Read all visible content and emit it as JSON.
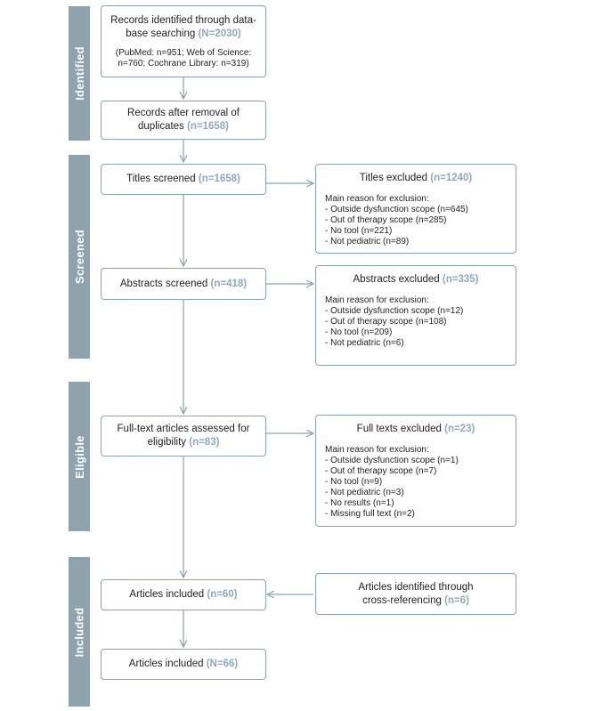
{
  "phases": {
    "identified": "Identified",
    "screened": "Screened",
    "eligible": "Eligible",
    "included": "Included"
  },
  "records_identified": {
    "line1": "Records identified through data-",
    "line2_text": "base searching ",
    "count": "(N=2030)",
    "sub1": "(PubMed: n=951; Web of Science:",
    "sub2": "n=760; Cochrane Library: n=319)"
  },
  "after_duplicates": {
    "line1": "Records after removal of",
    "line2_text": "duplicates ",
    "count": "(n=1658)"
  },
  "titles_screened": {
    "label": "Titles screened ",
    "count": "(n=1658)"
  },
  "titles_excluded": {
    "label": "Titles excluded ",
    "count": "(n=1240)",
    "reasons_header": "Main reason for exclusion:",
    "reasons": [
      "- Outside dysfunction scope (n=645)",
      "- Out of therapy scope (n=285)",
      "- No tool (n=221)",
      "- Not pediatric (n=89)"
    ]
  },
  "abstracts_screened": {
    "label": "Abstracts screened ",
    "count": "(n=418)"
  },
  "abstracts_excluded": {
    "label": "Abstracts excluded ",
    "count": "(n=335)",
    "reasons_header": "Main reason for exclusion:",
    "reasons": [
      "- Outside dysfunction scope (n=12)",
      "- Out of therapy scope (n=108)",
      "- No tool (n=209)",
      "- Not pediatric (n=6)"
    ]
  },
  "fulltext_assessed": {
    "line1": "Full-text articles assessed for",
    "line2_text": "eligibility ",
    "count": "(n=83)"
  },
  "fulltext_excluded": {
    "label": "Full texts excluded ",
    "count": "(n=23)",
    "reasons_header": "Main reason for exclusion:",
    "reasons": [
      "- Outside dysfunction scope (n=1)",
      "- Out of therapy scope (n=7)",
      "- No tool (n=9)",
      "- Not pediatric (n=3)",
      "- No results (n=1)",
      "- Missing full text (n=2)"
    ]
  },
  "articles_included_1": {
    "label": "Articles included ",
    "count": "(n=60)"
  },
  "cross_referencing": {
    "line1": "Articles identified through",
    "line2_text": "cross-referencing ",
    "count": "(n=6)"
  },
  "articles_included_2": {
    "label": "Articles included ",
    "count": "(N=66)"
  },
  "colors": {
    "phase_bar": "#8ea3ad",
    "border": "#8aa3b0",
    "highlight": "#8ea9bf",
    "arrow": "#8aa3b0"
  }
}
